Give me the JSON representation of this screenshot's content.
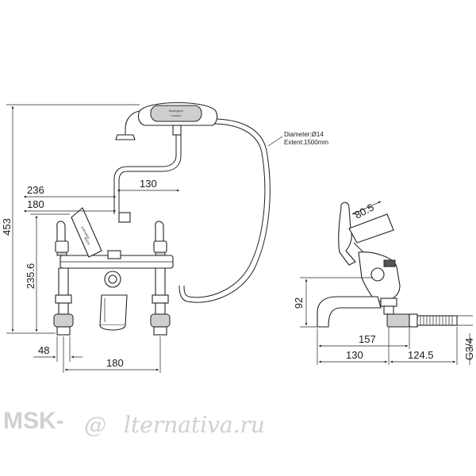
{
  "front_view": {
    "dim_overall_height": "453",
    "dim_body_height": "235.6",
    "dim_width_236": "236",
    "dim_width_180_top": "180",
    "dim_handset_offset": "130",
    "dim_leg": "48",
    "dim_centers_180": "180",
    "hose_note_diameter": "Diameter:Ø14",
    "hose_note_extent": "Extent:1500mm",
    "handset_brand": "Burlington",
    "handset_city": "London",
    "lever_label_line1": "SHOWER",
    "lever_label_line2": "BATH"
  },
  "side_view": {
    "dim_lever": "80.5",
    "dim_spout_height": "92",
    "dim_overall_depth": "157",
    "dim_spout_reach": "130",
    "dim_tail": "124.5",
    "dim_thread": "G3/4"
  },
  "watermark": {
    "text_left": "MSK-",
    "text_at": "@",
    "text_right": "lternativa.ru"
  }
}
